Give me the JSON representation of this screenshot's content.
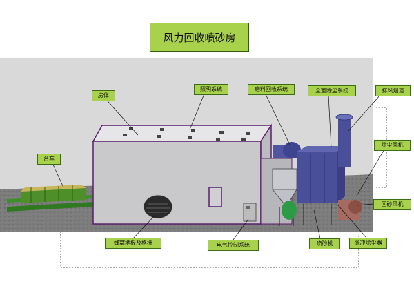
{
  "title": "风力回收喷砂房",
  "labels": {
    "room_body": "房体",
    "lighting": "照明系统",
    "abrasive_recovery": "磨料回收系统",
    "dust_removal": "全室除尘系统",
    "exhaust_flue": "排风烟道",
    "trolley": "台车",
    "dust_fan": "除尘风机",
    "sand_return_fan": "回砂风机",
    "honeycomb_floor": "蜂窝地板及格栅",
    "electric_control": "电气控制系统",
    "blasting_machine": "喷砂机",
    "pulse_collector": "脉冲除尘器"
  },
  "colors": {
    "label_fill": "#a8d14c",
    "room_wall": "#c9c9cc",
    "room_outline": "#5b1f6e",
    "floor": "#7a7a7a",
    "backdrop": "#d7d7d7",
    "collector": "#4a4f9a"
  }
}
